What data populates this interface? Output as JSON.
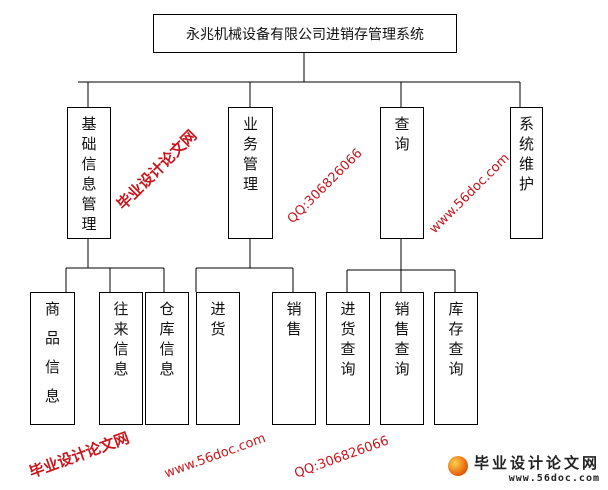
{
  "root": {
    "label": "永兆机械设备有限公司进销存管理系统"
  },
  "modules": [
    {
      "label": "基础信息管理",
      "children": [
        "商品信息",
        "往来信息",
        "仓库信息"
      ]
    },
    {
      "label": "业务管理",
      "children": [
        "进货",
        "销售"
      ]
    },
    {
      "label": "查询",
      "children": [
        "进货查询",
        "销售查询",
        "库存查询"
      ]
    },
    {
      "label": "系统维护",
      "children": []
    }
  ],
  "watermarks": {
    "site_name": "毕业设计论文网",
    "url": "www.56doc.com",
    "qq": "QQ:306826066"
  },
  "logo": {
    "title": "毕业设计论文网",
    "url": "www.56doc.com"
  }
}
